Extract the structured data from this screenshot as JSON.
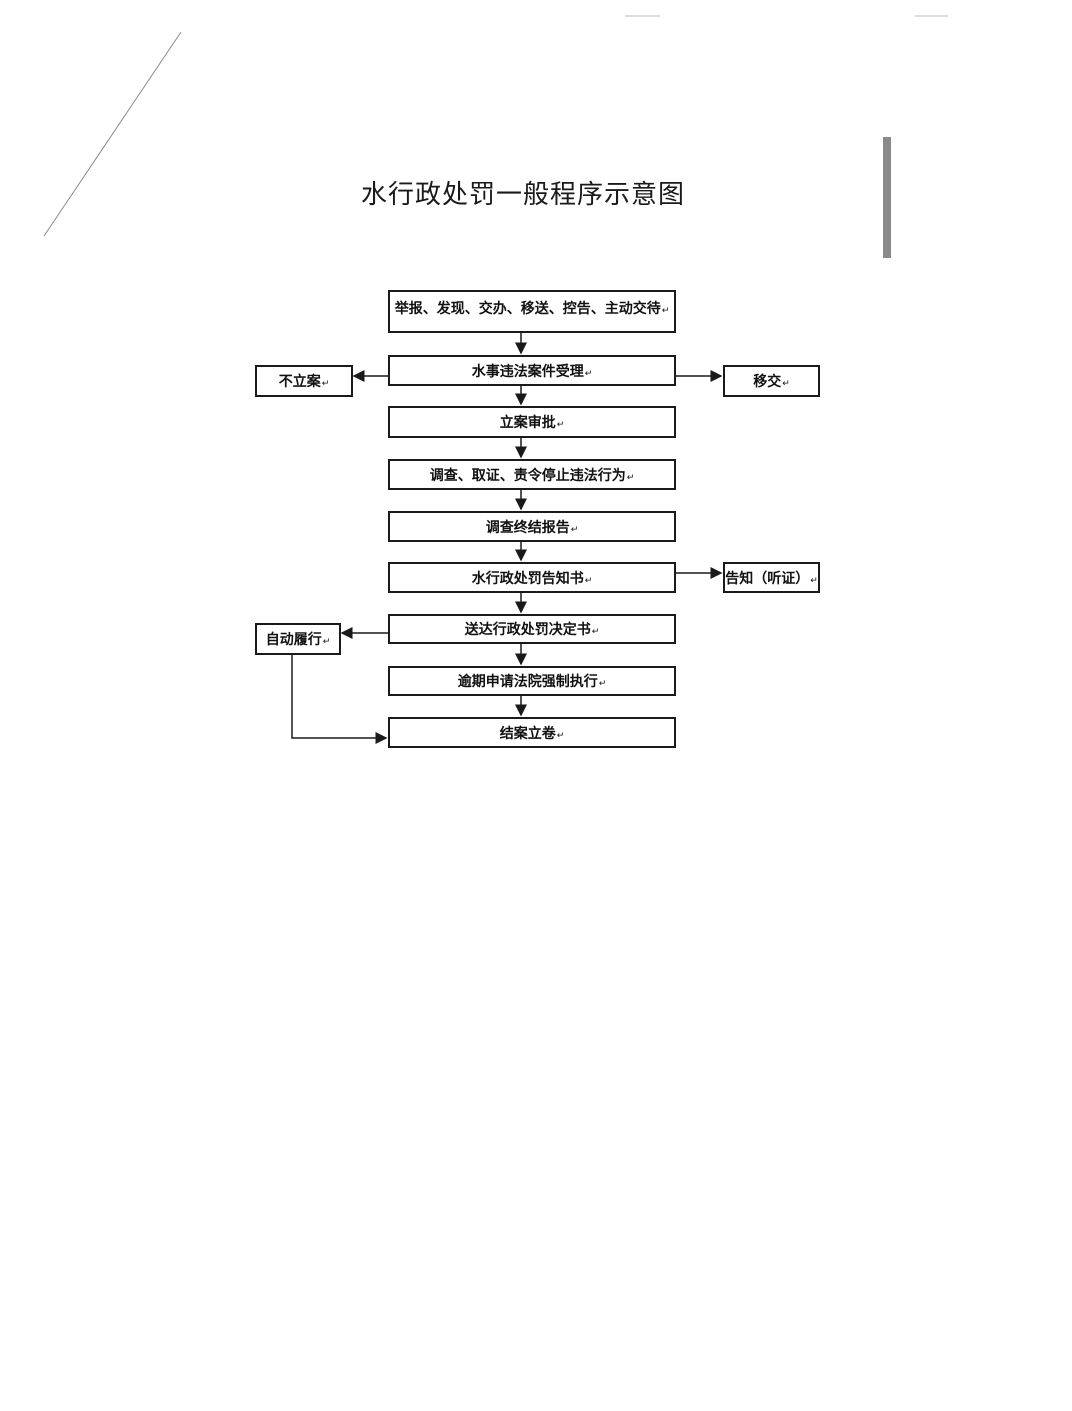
{
  "title": "水行政处罚一般程序示意图",
  "main_steps": [
    "举报、发现、交办、移送、控告、主动交待",
    "水事违法案件受理",
    "立案审批",
    "调查、取证、责令停止违法行为",
    "调查终结报告",
    "水行政处罚告知书",
    "送达行政处罚决定书",
    "逾期申请法院强制执行",
    "结案立卷"
  ],
  "side_steps": {
    "no_case": "不立案",
    "transfer": "移交",
    "notify_hearing": "告知（听证）",
    "voluntary_performance": "自动履行"
  }
}
